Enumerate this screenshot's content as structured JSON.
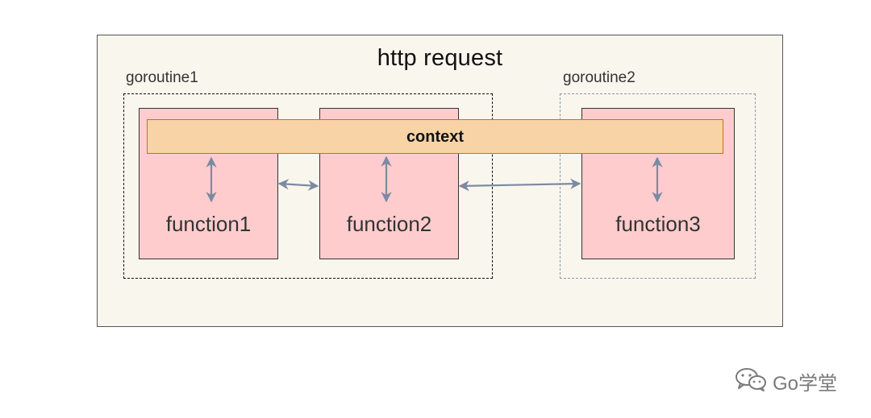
{
  "diagram": {
    "title": "http request",
    "groups": [
      {
        "label": "goroutine1"
      },
      {
        "label": "goroutine2"
      }
    ],
    "functions": [
      {
        "label": "function1"
      },
      {
        "label": "function2"
      },
      {
        "label": "function3"
      }
    ],
    "context_label": "context",
    "colors": {
      "frame_bg": "#f9f6ee",
      "function_fill": "#ffccce",
      "context_fill": "#f8d3a6",
      "context_border": "#c8711c",
      "arrow": "#7b8aa2"
    }
  },
  "watermark": {
    "text": "Go学堂",
    "icon": "wechat-icon"
  }
}
